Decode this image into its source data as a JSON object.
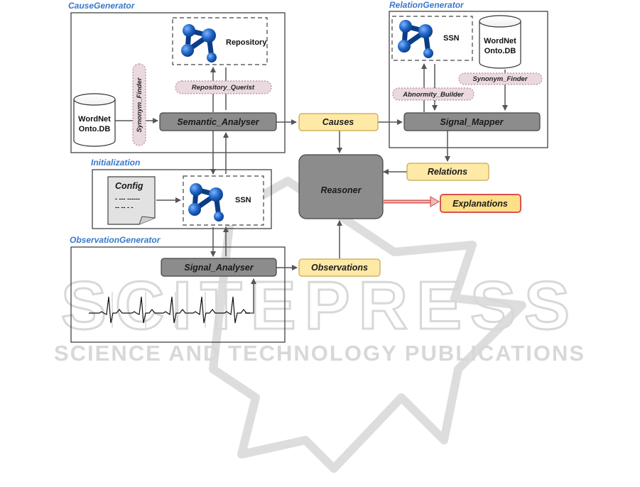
{
  "sections": {
    "cause_generator": "CauseGenerator",
    "relation_generator": "RelationGenerator",
    "initialization": "Initialization",
    "observation_generator": "ObservationGenerator"
  },
  "nodes": {
    "repository": "Repository",
    "ssn_relation": "SSN",
    "ssn_init": "SSN",
    "wordnet_cause_line1": "WordNet",
    "wordnet_cause_line2": "Onto.DB",
    "wordnet_relation_line1": "WordNet",
    "wordnet_relation_line2": "Onto.DB",
    "synonym_finder_cause": "Synonym_Finder",
    "synonym_finder_relation": "Synonym_Finder",
    "repository_querist": "Repository_Querist",
    "abnormity_builder": "Abnormity_Builder",
    "semantic_analyser": "Semantic_Analyser",
    "signal_mapper": "Signal_Mapper",
    "signal_analyser": "Signal_Analyser",
    "causes": "Causes",
    "relations": "Relations",
    "observations": "Observations",
    "reasoner": "Reasoner",
    "explanations": "Explanations",
    "config_title": "Config",
    "config_line1": "- --- ------",
    "config_line2": "-- -- - -"
  },
  "watermark": {
    "big": "SCITEPRESS",
    "small": "SCIENCE AND TECHNOLOGY PUBLICATIONS"
  },
  "colors": {
    "section_label": "#3a78c9",
    "process_fill": "#8c8c8c",
    "data_fill": "#ffe9a6",
    "data_stroke": "#c9a64a",
    "explanation_fill": "#ffe08a",
    "explanation_stroke": "#d9534f",
    "tag_fill": "#ead9de",
    "tag_stroke": "#b9909c",
    "network_blue": "#1f66c6",
    "watermark": "#d8d8d8"
  }
}
